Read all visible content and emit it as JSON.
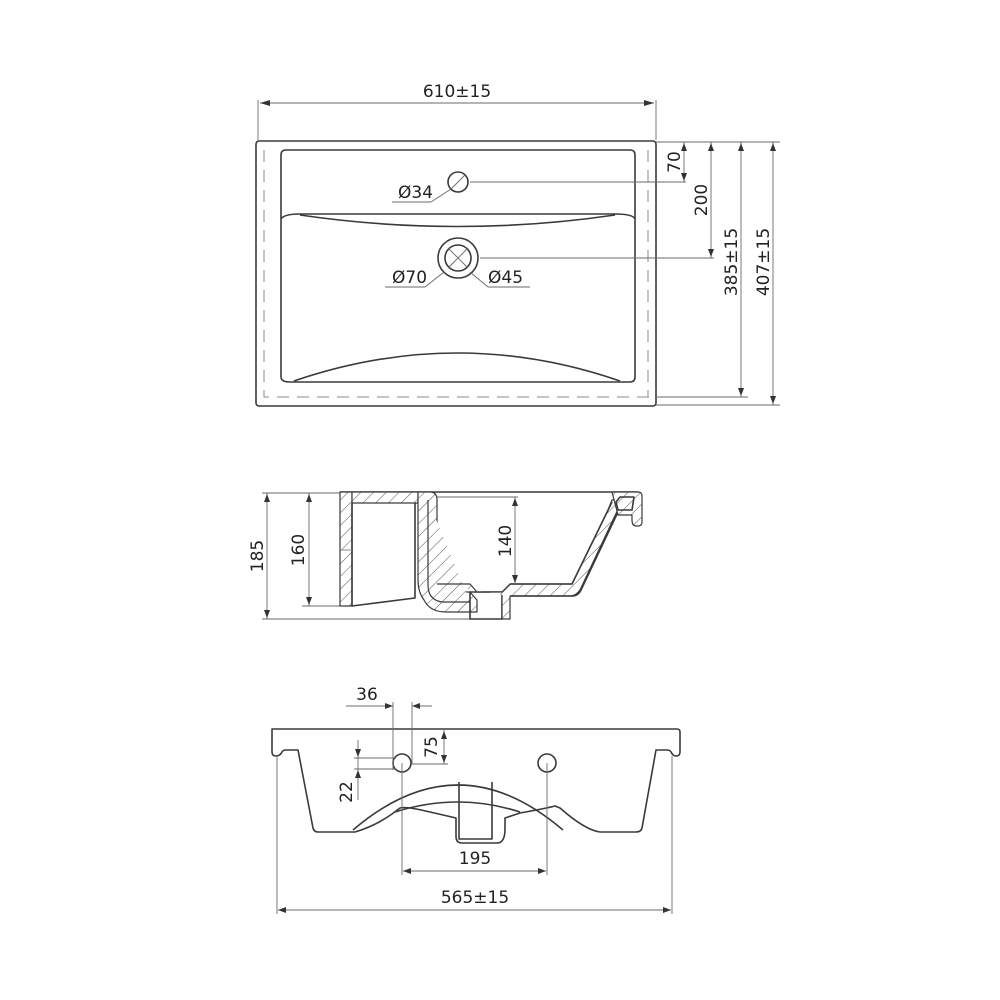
{
  "drawing": {
    "title": "Washbasin technical drawing",
    "line_color": "#3a3a3a",
    "dim_color": "#6a6a6a",
    "background": "#ffffff",
    "views": {
      "plan": {
        "width_label": "610±15",
        "overflow_hole_label": "Ø34",
        "drain_outer_label": "Ø70",
        "drain_inner_label": "Ø45",
        "dim_overflow_offset": "70",
        "dim_drain_offset": "200",
        "dim_inner_depth": "385±15",
        "dim_total_depth": "407±15"
      },
      "section": {
        "dim_total_height": "185",
        "dim_body_height": "160",
        "dim_bowl_depth": "140"
      },
      "front": {
        "dim_hole_diameter": "36",
        "dim_hole_from_top": "75",
        "dim_hole_offset": "22",
        "dim_hole_spacing": "195",
        "width_label": "565±15"
      }
    }
  }
}
